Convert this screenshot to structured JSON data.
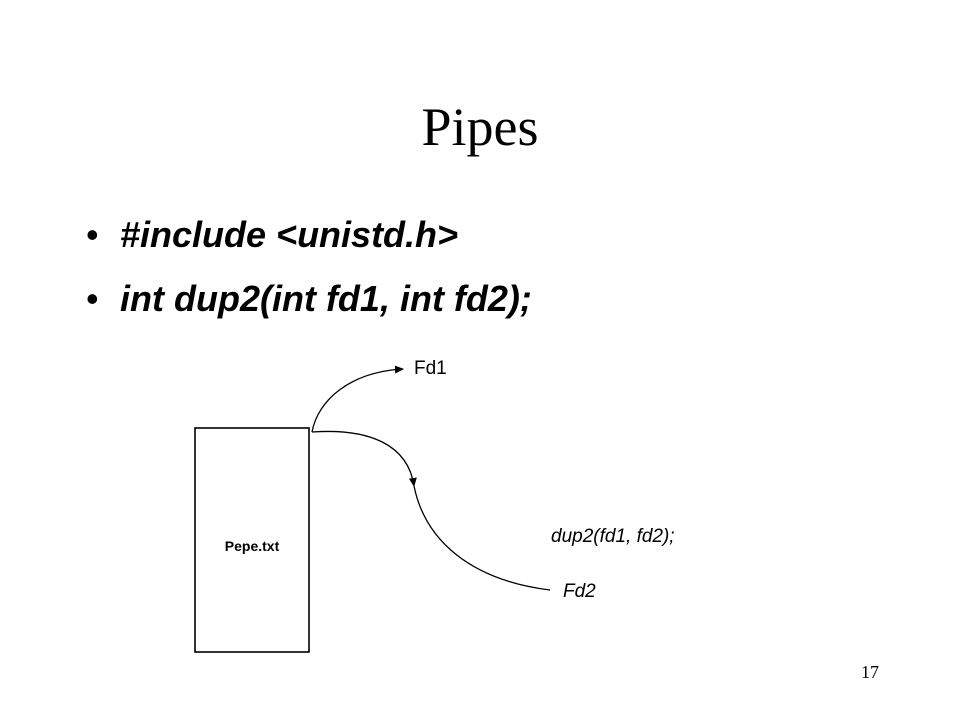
{
  "slide": {
    "title": "Pipes",
    "bullets": [
      "#include <unistd.h>",
      "int dup2(int fd1, int fd2);"
    ],
    "diagram": {
      "file_label": "Pepe.txt",
      "fd1_label": "Fd1",
      "fd2_label": "Fd2",
      "call_label": "dup2(fd1, fd2);"
    },
    "page_number": "17"
  }
}
